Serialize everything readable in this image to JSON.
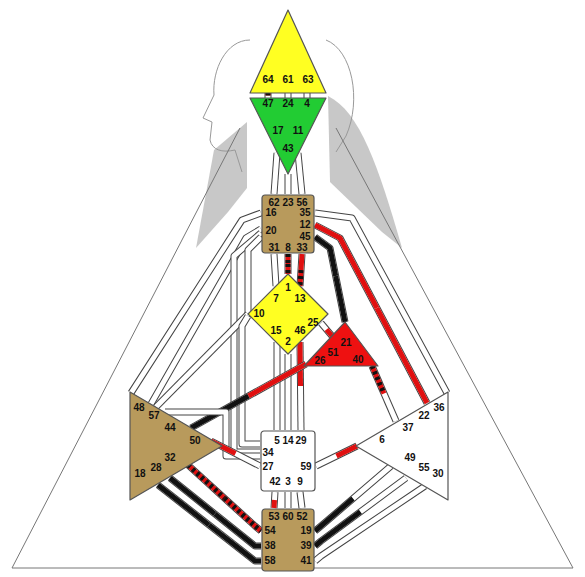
{
  "diagram": {
    "nodes": [
      {
        "text": [
          "64",
          "61",
          "63"
        ]
      },
      {
        "text": [
          "47",
          "24",
          "4",
          "17",
          "11",
          "43"
        ]
      },
      {
        "text": [
          "62",
          "23",
          "56",
          "16",
          "35",
          "12",
          "20",
          "45",
          "31",
          "8",
          "33"
        ]
      },
      {
        "text": [
          "1",
          "7",
          "13",
          "10",
          "25",
          "15",
          "46",
          "2"
        ]
      },
      {
        "text": [
          "21",
          "51",
          "26",
          "40"
        ]
      },
      {
        "text": [
          "48",
          "57",
          "44",
          "50",
          "32",
          "28",
          "18"
        ]
      },
      {
        "text": [
          "5",
          "14",
          "29",
          "34",
          "27",
          "59",
          "42",
          "3",
          "9"
        ]
      },
      {
        "text": [
          "36",
          "22",
          "37",
          "6",
          "49",
          "55",
          "30"
        ]
      },
      {
        "text": [
          "53",
          "60",
          "52",
          "54",
          "19",
          "38",
          "39",
          "58",
          "41"
        ]
      }
    ],
    "edges": [
      {
        "from": 0,
        "to": 1,
        "arrow": "none"
      },
      {
        "from": 0,
        "to": 1,
        "arrow": "none"
      },
      {
        "from": 0,
        "to": 1,
        "arrow": "none"
      },
      {
        "from": 1,
        "to": 2,
        "arrow": "none"
      },
      {
        "from": 1,
        "to": 2,
        "arrow": "none"
      },
      {
        "from": 1,
        "to": 2,
        "arrow": "none"
      },
      {
        "from": 2,
        "to": 5,
        "arrow": "none"
      },
      {
        "from": 2,
        "to": 5,
        "arrow": "none"
      },
      {
        "from": 2,
        "to": 6,
        "arrow": "none"
      },
      {
        "from": 2,
        "to": 3,
        "arrow": "none"
      },
      {
        "from": 2,
        "to": 3,
        "arrow": "none"
      },
      {
        "from": 2,
        "to": 3,
        "arrow": "none"
      },
      {
        "from": 2,
        "to": 3,
        "arrow": "none"
      },
      {
        "from": 2,
        "to": 4,
        "arrow": "none"
      },
      {
        "from": 2,
        "to": 7,
        "arrow": "none"
      },
      {
        "from": 2,
        "to": 7,
        "arrow": "none"
      },
      {
        "from": 3,
        "to": 5,
        "arrow": "none"
      },
      {
        "from": 3,
        "to": 6,
        "arrow": "none"
      },
      {
        "from": 3,
        "to": 6,
        "arrow": "none"
      },
      {
        "from": 3,
        "to": 6,
        "arrow": "none"
      },
      {
        "from": 3,
        "to": 6,
        "arrow": "none"
      },
      {
        "from": 3,
        "to": 4,
        "arrow": "none"
      },
      {
        "from": 4,
        "to": 5,
        "arrow": "none"
      },
      {
        "from": 4,
        "to": 7,
        "arrow": "none"
      },
      {
        "from": 5,
        "to": 6,
        "arrow": "none"
      },
      {
        "from": 5,
        "to": 6,
        "arrow": "none"
      },
      {
        "from": 5,
        "to": 8,
        "arrow": "none"
      },
      {
        "from": 5,
        "to": 8,
        "arrow": "none"
      },
      {
        "from": 5,
        "to": 8,
        "arrow": "none"
      },
      {
        "from": 6,
        "to": 8,
        "arrow": "none"
      },
      {
        "from": 6,
        "to": 8,
        "arrow": "none"
      },
      {
        "from": 6,
        "to": 8,
        "arrow": "none"
      },
      {
        "from": 6,
        "to": 7,
        "arrow": "none"
      },
      {
        "from": 7,
        "to": 8,
        "arrow": "none"
      },
      {
        "from": 7,
        "to": 8,
        "arrow": "none"
      },
      {
        "from": 7,
        "to": 8,
        "arrow": "none"
      }
    ]
  }
}
